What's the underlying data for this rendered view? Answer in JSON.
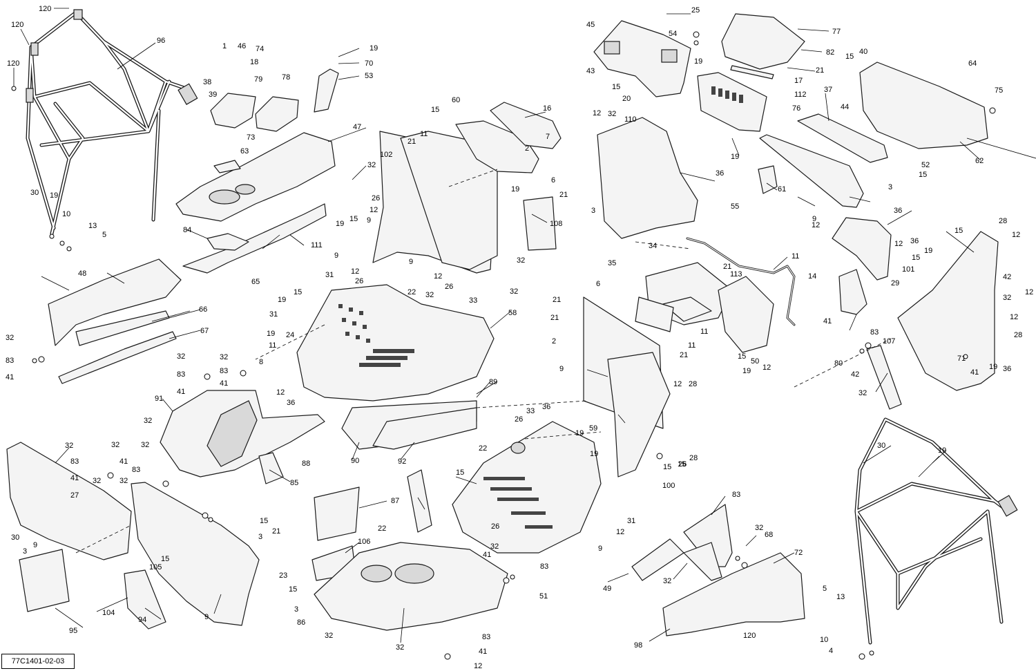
{
  "diagram_code": "77C1401-02-03",
  "callouts": [
    "120",
    "120",
    "120",
    "96",
    "1",
    "46",
    "74",
    "18",
    "38",
    "79",
    "39",
    "78",
    "73",
    "19",
    "70",
    "53",
    "47",
    "63",
    "32",
    "30",
    "19",
    "10",
    "13",
    "5",
    "84",
    "65",
    "111",
    "48",
    "66",
    "67",
    "32",
    "83",
    "41",
    "60",
    "16",
    "15",
    "11",
    "21",
    "102",
    "7",
    "2",
    "6",
    "21",
    "19",
    "108",
    "26",
    "12",
    "9",
    "9",
    "19",
    "15",
    "12",
    "26",
    "32",
    "9",
    "12",
    "26",
    "32",
    "31",
    "15",
    "19",
    "31",
    "22",
    "32",
    "33",
    "58",
    "24",
    "19",
    "11",
    "8",
    "12",
    "36",
    "32",
    "83",
    "41",
    "32",
    "83",
    "41",
    "91",
    "32",
    "85",
    "88",
    "89",
    "90",
    "92",
    "32",
    "83",
    "41",
    "27",
    "32",
    "32",
    "41",
    "83",
    "32",
    "32",
    "15",
    "3",
    "21",
    "30",
    "9",
    "3",
    "15",
    "105",
    "104",
    "95",
    "94",
    "9",
    "23",
    "15",
    "3",
    "86",
    "87",
    "106",
    "22",
    "32",
    "41",
    "83",
    "51",
    "32",
    "32",
    "83",
    "41",
    "12",
    "45",
    "25",
    "54",
    "43",
    "19",
    "15",
    "20",
    "77",
    "82",
    "17",
    "21",
    "112",
    "76",
    "19",
    "12",
    "32",
    "110",
    "36",
    "3",
    "15",
    "40",
    "64",
    "37",
    "44",
    "75",
    "3",
    "15",
    "52",
    "62",
    "55",
    "61",
    "34",
    "35",
    "6",
    "21",
    "113",
    "11",
    "21",
    "21",
    "2",
    "11",
    "11",
    "21",
    "15",
    "19",
    "50",
    "12",
    "9",
    "12",
    "28",
    "26",
    "33",
    "36",
    "26",
    "19",
    "59",
    "19",
    "15",
    "22",
    "31",
    "12",
    "26",
    "9",
    "15",
    "28",
    "15",
    "100",
    "12",
    "9",
    "36",
    "12",
    "36",
    "15",
    "19",
    "101",
    "29",
    "14",
    "41",
    "83",
    "107",
    "80",
    "42",
    "32",
    "15",
    "28",
    "12",
    "42",
    "12",
    "32",
    "12",
    "28",
    "19",
    "36",
    "71",
    "41",
    "83",
    "32",
    "68",
    "72",
    "49",
    "32",
    "98",
    "120",
    "19",
    "30",
    "5",
    "13",
    "10",
    "4"
  ]
}
